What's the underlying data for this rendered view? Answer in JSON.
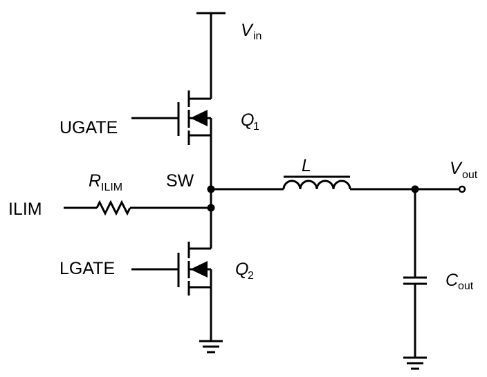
{
  "labels": {
    "vin_main": "V",
    "vin_sub": "in",
    "vout_main": "V",
    "vout_sub": "out",
    "q1_main": "Q",
    "q1_sub": "1",
    "q2_main": "Q",
    "q2_sub": "2",
    "ugate": "UGATE",
    "lgate": "LGATE",
    "ilim": "ILIM",
    "rilim_main": "R",
    "rilim_sub": "ILIM",
    "sw": "SW",
    "inductor": "L",
    "cout_main": "C",
    "cout_sub": "out"
  }
}
